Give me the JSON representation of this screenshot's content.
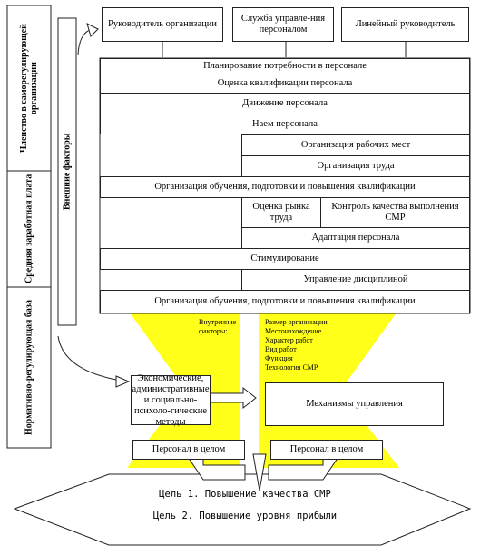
{
  "top_sources": [
    {
      "label": "Руководитель организации"
    },
    {
      "label": "Служба управле-ния персоналом"
    },
    {
      "label": "Линейный руководитель"
    }
  ],
  "left_factors": {
    "external": "Внешние факторы",
    "items": [
      "Членство в саморегулирующей организации",
      "Средняя заработная плата",
      "Нормативно-регулирующая база"
    ]
  },
  "functions": [
    "Планирование потребности в персонале",
    "Оценка квалификации персонала",
    "Движение персонала",
    "Наем персонала",
    "Организация рабочих мест",
    "Организация труда",
    "Организация обучения, подготовки и повышения квалификации",
    "Оценка рынка труда",
    "Контроль качества выполнения СМР",
    "Адаптация персонала",
    "Стимулирование",
    "Управление дисциплиной",
    "Организация обучения, подготовки и повышения квалификации"
  ],
  "internal": {
    "title": "Внутренние факторы:",
    "items": [
      "Размер организации",
      "Местонахождение",
      "Характер работ",
      "Вид работ",
      "Функция",
      "Технология СМР"
    ]
  },
  "methods": "Экономические, административные и социально-психоло-гические методы",
  "mechanisms": "Механизмы управления",
  "personnel": [
    "Персонал в целом",
    "Персонал в целом"
  ],
  "goals": [
    "Цель 1. Повышение качества СМР",
    "Цель 2. Повышение уровня прибыли"
  ],
  "colors": {
    "highlight": "#ffff1a",
    "line": "#222222"
  }
}
